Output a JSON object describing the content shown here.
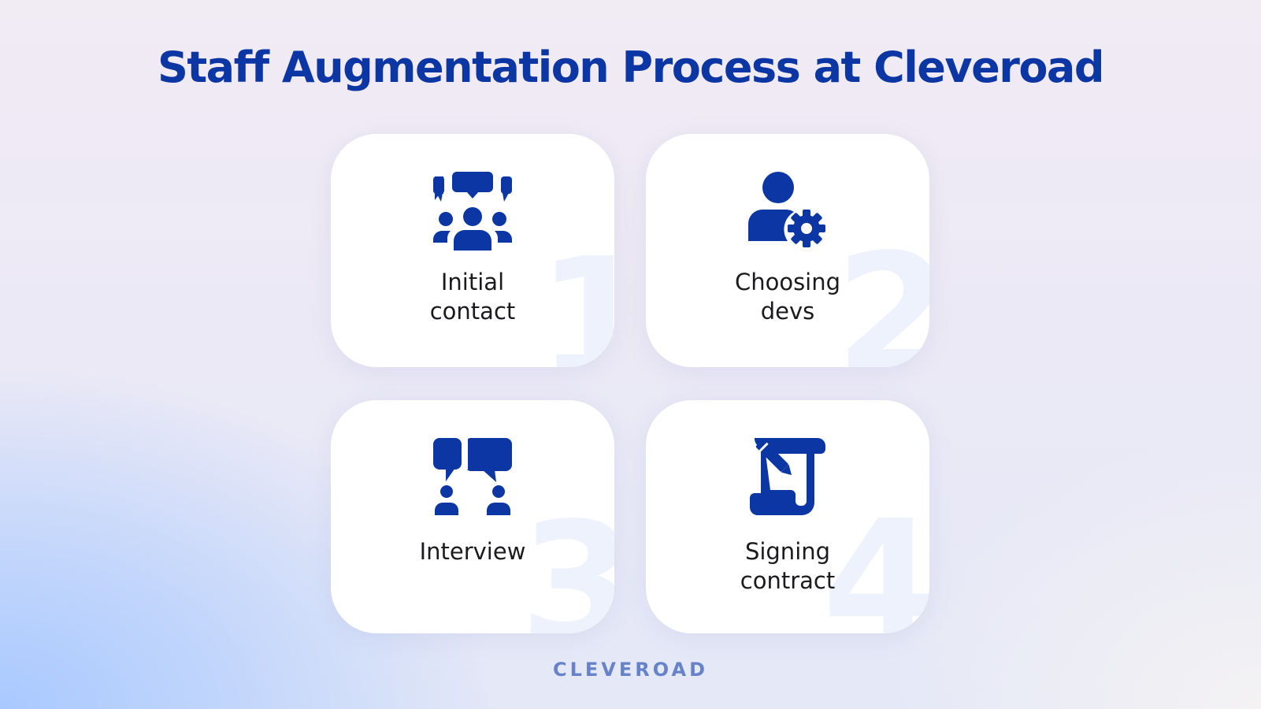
{
  "title": "Staff Augmentation Process at Cleveroad",
  "steps": [
    {
      "number": "1",
      "label_lines": [
        "Initial",
        "contact"
      ],
      "icon": "group-chat-icon"
    },
    {
      "number": "2",
      "label_lines": [
        "Choosing",
        "devs"
      ],
      "icon": "user-gear-icon"
    },
    {
      "number": "3",
      "label_lines": [
        "Interview"
      ],
      "icon": "two-people-talking-icon"
    },
    {
      "number": "4",
      "label_lines": [
        "Signing",
        "contract"
      ],
      "icon": "signing-document-icon"
    }
  ],
  "brand": "CLEVEROAD",
  "colors": {
    "title": "#0c36a3",
    "icon": "#0c36a3",
    "card": "#ffffff",
    "number_watermark": "#eef2fd",
    "brand": "#6683c9"
  }
}
